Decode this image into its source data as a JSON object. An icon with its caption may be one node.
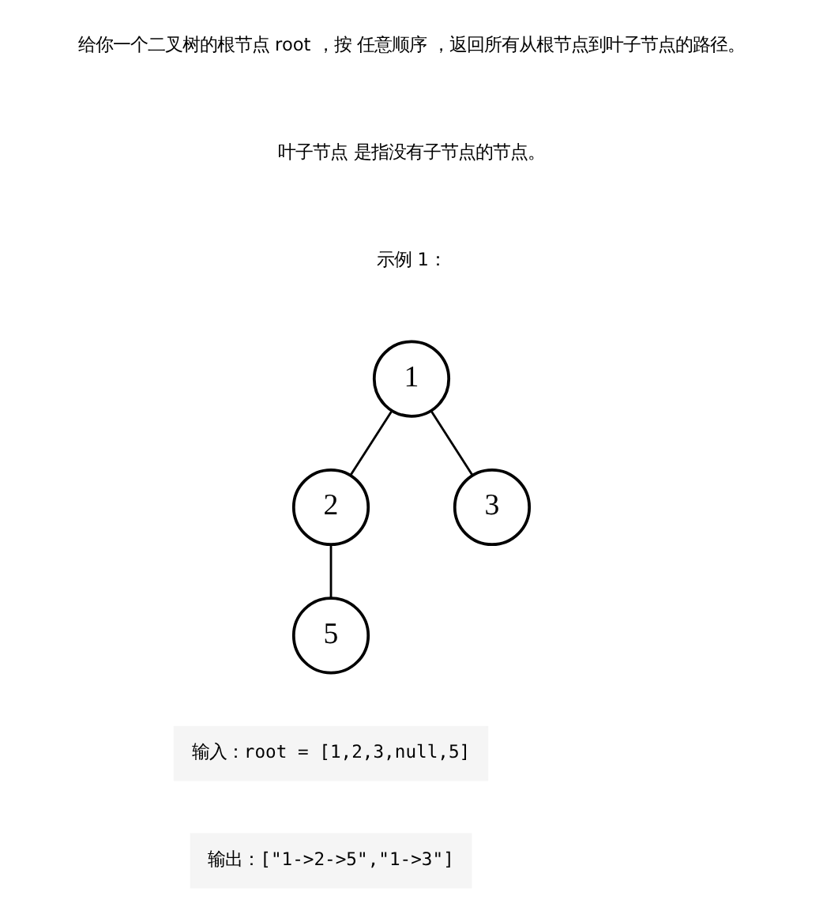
{
  "diagram": {
    "nodes": [
      {
        "text": [
          "1"
        ]
      },
      {
        "text": [
          "2"
        ]
      },
      {
        "text": [
          "3"
        ]
      },
      {
        "text": [
          "5"
        ]
      }
    ],
    "edges": [
      {
        "from": 0,
        "to": 1,
        "arrow": "none"
      },
      {
        "from": 0,
        "to": 2,
        "arrow": "none"
      },
      {
        "from": 1,
        "to": 3,
        "arrow": "none"
      }
    ],
    "labels": [
      "给你一个二叉树的根节点 root ，按 任意顺序 ，返回所有从根节点到叶子节点的路径。",
      "叶子节点 是指没有子节点的节点。",
      "示例 1：",
      "输入：root = [1,2,3,null,5]",
      "输出：[\"1->2->5\",\"1->3\"]"
    ]
  }
}
